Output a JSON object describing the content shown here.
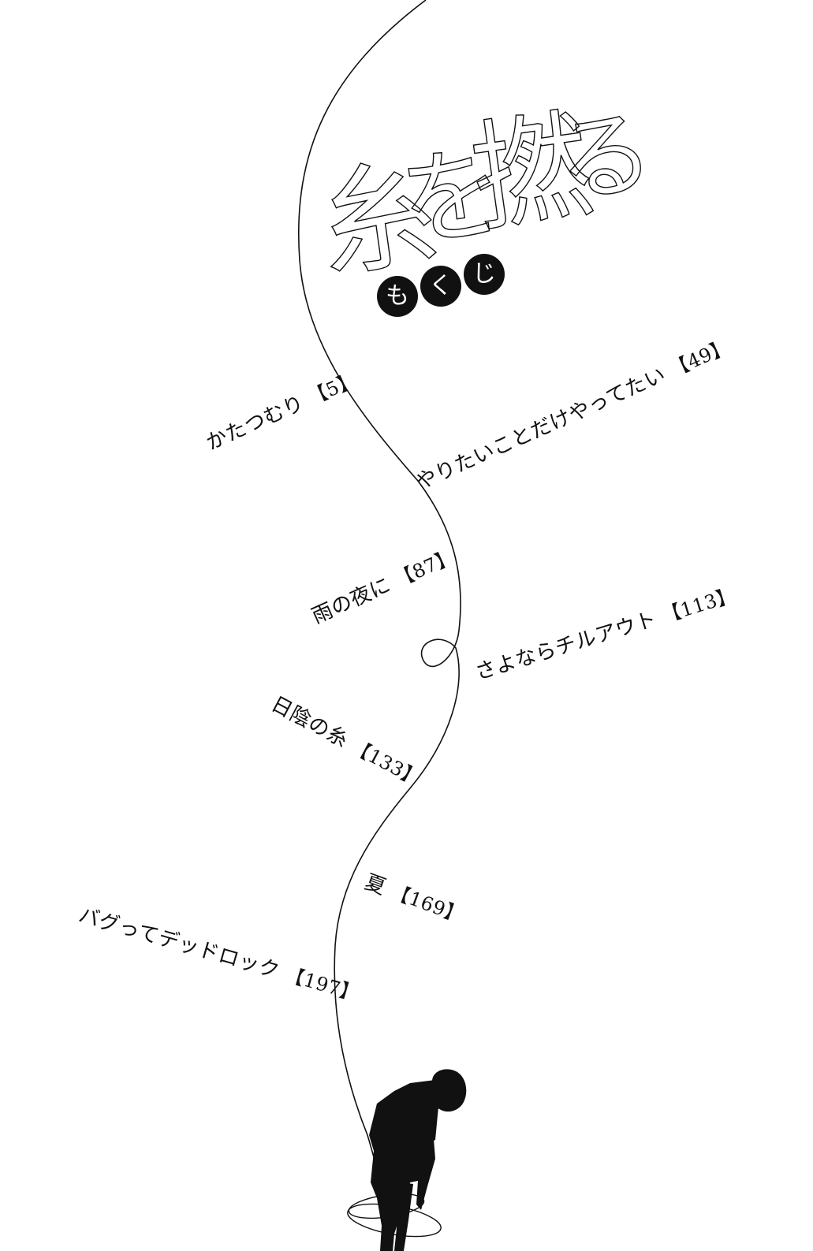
{
  "title": {
    "chars": [
      "糸",
      "を",
      "撚",
      "る"
    ]
  },
  "mokuji": {
    "chars": [
      "も",
      "く",
      "じ"
    ]
  },
  "toc": [
    {
      "title": "かたつむり",
      "page": "【5】"
    },
    {
      "title": "やりたいことだけやってたい",
      "page": "【49】"
    },
    {
      "title": "雨の夜に",
      "page": "【87】"
    },
    {
      "title": "さよならチルアウト",
      "page": "【113】"
    },
    {
      "title": "日陰の糸",
      "page": "【133】"
    },
    {
      "title": "夏",
      "page": "【169】"
    },
    {
      "title": "バグってデッドロック",
      "page": "【197】"
    }
  ]
}
